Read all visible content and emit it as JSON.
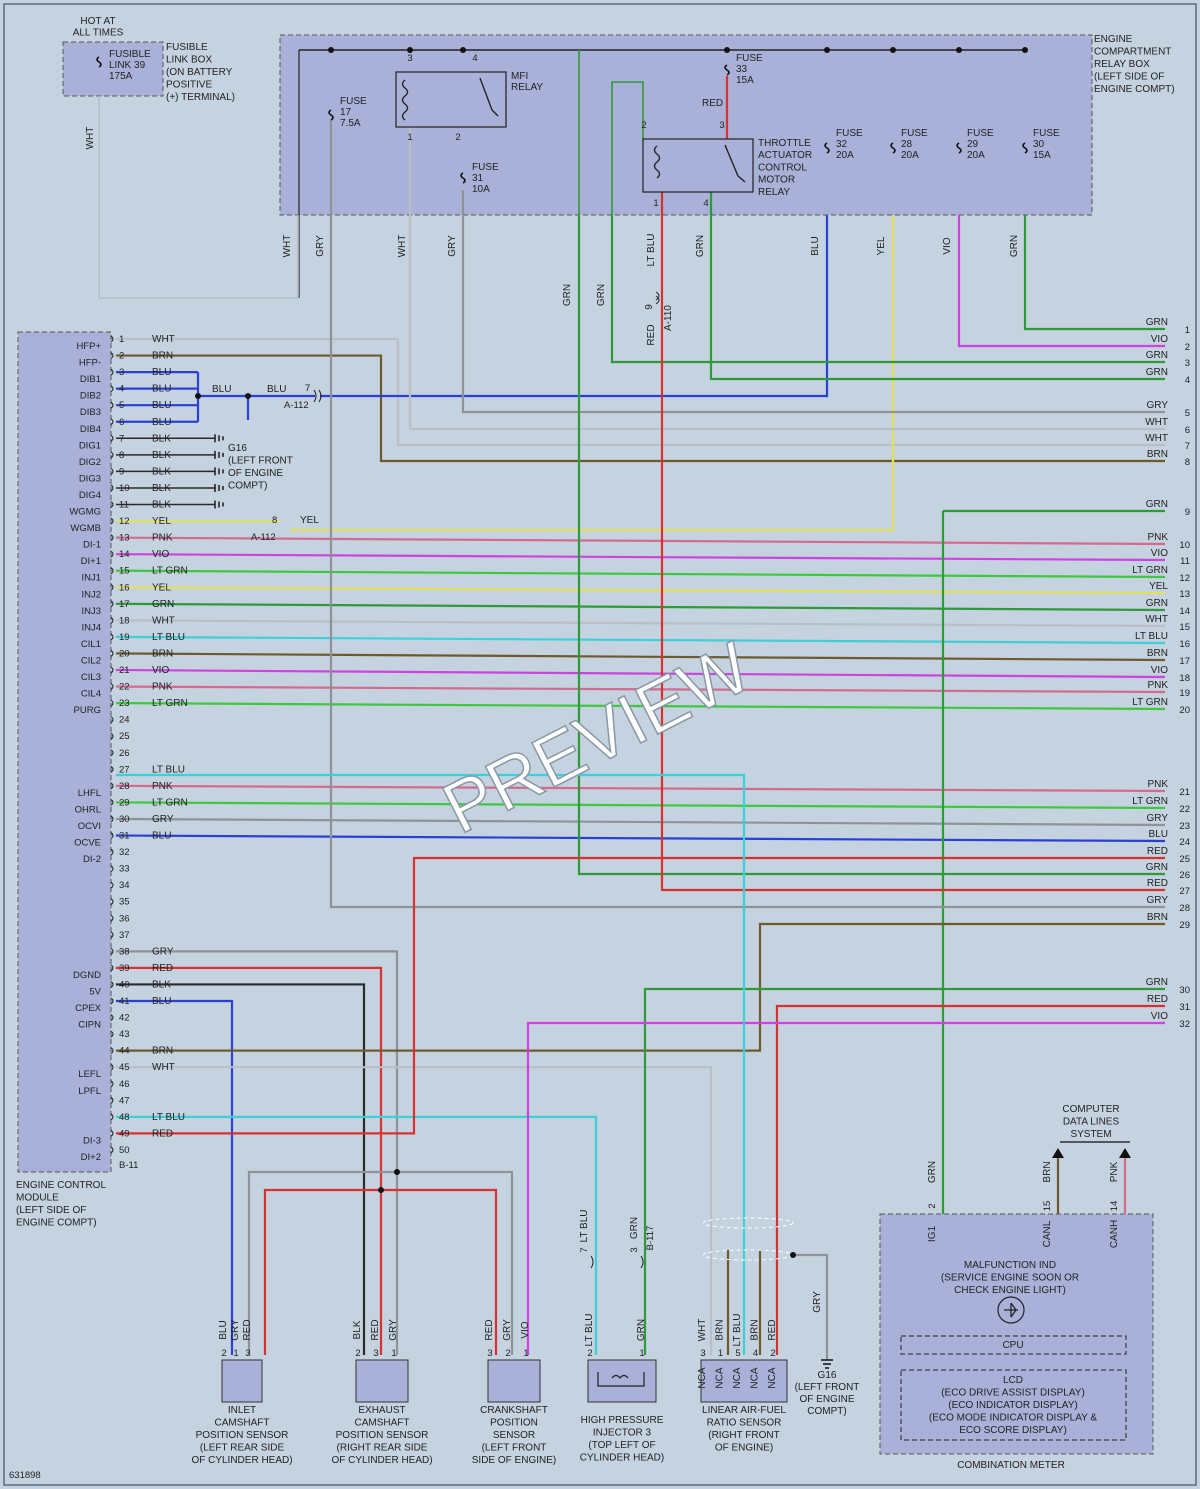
{
  "colors": {
    "WHT": "#b8bfc7",
    "GRY": "#8e9398",
    "BRN": "#6e5a2c",
    "BLU": "#2b3fd6",
    "BLK": "#2a2a2a",
    "YEL": "#e2e25a",
    "PNK": "#d36a8f",
    "VIO": "#cc44dd",
    "LT GRN": "#3ec83e",
    "GRN": "#2f9a3a",
    "LT BLU": "#3dd0d8",
    "RED": "#d93030",
    "background": "#c5d2df",
    "box": "#a9b1d8"
  },
  "hot_label": [
    "HOT AT",
    "ALL TIMES"
  ],
  "fusible_link": {
    "text": [
      "FUSIBLE",
      "LINK 39",
      "175A"
    ],
    "desc": [
      "FUSIBLE",
      "LINK BOX",
      "(ON BATTERY",
      "POSITIVE",
      "(+) TERMINAL)"
    ]
  },
  "relay_box_label": [
    "ENGINE",
    "COMPARTMENT",
    "RELAY BOX",
    "(LEFT SIDE OF",
    "ENGINE COMPT)"
  ],
  "fuses": [
    {
      "lines": [
        "FUSE",
        "17",
        "7.5A"
      ]
    },
    {
      "lines": [
        "FUSE",
        "31",
        "10A"
      ]
    },
    {
      "lines": [
        "FUSE",
        "33",
        "15A"
      ]
    },
    {
      "lines": [
        "FUSE",
        "32",
        "20A"
      ]
    },
    {
      "lines": [
        "FUSE",
        "28",
        "20A"
      ]
    },
    {
      "lines": [
        "FUSE",
        "29",
        "20A"
      ]
    },
    {
      "lines": [
        "FUSE",
        "30",
        "15A"
      ]
    }
  ],
  "mfi_relay": [
    "MFI",
    "RELAY"
  ],
  "throttle_relay": [
    "THROTTLE",
    "ACTUATOR",
    "CONTROL",
    "MOTOR",
    "RELAY"
  ],
  "relay_pins": [
    "3",
    "4",
    "1",
    "2",
    "2",
    "3",
    "1",
    "4"
  ],
  "vertical_wire_labels": [
    "WHT",
    "WHT",
    "GRY",
    "WHT",
    "GRY",
    "GRN",
    "GRN",
    "LT BLU",
    "GRN",
    "BLU",
    "YEL",
    "VIO",
    "GRN",
    "RED",
    "RED",
    "A-110",
    "9"
  ],
  "ecm_pin_names": [
    "HFP+",
    "HFP-",
    "DIB1",
    "DIB2",
    "DIB3",
    "DIB4",
    "DIG1",
    "DIG2",
    "DIG3",
    "DIG4",
    "WGMG",
    "WGMB",
    "DI-1",
    "DI+1",
    "INJ1",
    "INJ2",
    "INJ3",
    "INJ4",
    "CIL1",
    "CIL2",
    "CIL3",
    "CIL4",
    "PURG",
    "LHFL",
    "OHRL",
    "OCVI",
    "OCVE",
    "DI-2",
    "DGND",
    "5V",
    "CPEX",
    "CIPN",
    "LEFL",
    "LPFL",
    "DI-3",
    "DI+2"
  ],
  "ecm_pin_numbers": [
    "1",
    "2",
    "3",
    "4",
    "5",
    "6",
    "7",
    "8",
    "9",
    "10",
    "11",
    "12",
    "13",
    "14",
    "15",
    "16",
    "17",
    "18",
    "19",
    "20",
    "21",
    "22",
    "23",
    "24",
    "25",
    "26",
    "27",
    "28",
    "29",
    "30",
    "31",
    "32",
    "33",
    "34",
    "35",
    "36",
    "37",
    "38",
    "39",
    "40",
    "41",
    "42",
    "43",
    "44",
    "45",
    "46",
    "47",
    "48",
    "49",
    "50"
  ],
  "ecm_wire_colors": [
    "WHT",
    "BRN",
    "BLU",
    "BLU",
    "BLU",
    "BLU",
    "BLK",
    "BLK",
    "BLK",
    "BLK",
    "BLK",
    "YEL",
    "PNK",
    "VIO",
    "LT GRN",
    "YEL",
    "GRN",
    "WHT",
    "LT BLU",
    "BRN",
    "VIO",
    "PNK",
    "LT GRN",
    "",
    "",
    "",
    "LT BLU",
    "PNK",
    "LT GRN",
    "GRY",
    "BLU",
    "",
    "",
    "",
    "",
    "",
    "",
    "GRY",
    "RED",
    "BLK",
    "BLU",
    "",
    "",
    "BRN",
    "WHT",
    "",
    "",
    "LT BLU",
    "RED",
    ""
  ],
  "ecm_connector": "B-11",
  "ecm_label": [
    "ENGINE CONTROL",
    "MODULE",
    "(LEFT SIDE OF",
    "ENGINE COMPT)"
  ],
  "blu_splice": {
    "w1": "BLU",
    "w2": "BLU",
    "pin": "7",
    "conn": "A-112"
  },
  "yel_splice": {
    "w": "YEL",
    "pin": "8",
    "conn": "A-112"
  },
  "ground_g16": [
    "G16",
    "(LEFT FRONT",
    "OF ENGINE",
    "COMPT)"
  ],
  "right_connector": {
    "pins": [
      "1",
      "2",
      "3",
      "4",
      "5",
      "6",
      "7",
      "8",
      "9",
      "10",
      "11",
      "12",
      "13",
      "14",
      "15",
      "16",
      "17",
      "18",
      "19",
      "20",
      "21",
      "22",
      "23",
      "24",
      "25",
      "26",
      "27",
      "28",
      "29",
      "30",
      "31",
      "32"
    ],
    "colors": [
      "GRN",
      "VIO",
      "GRN",
      "GRN",
      "GRY",
      "WHT",
      "WHT",
      "BRN",
      "GRN",
      "PNK",
      "VIO",
      "LT GRN",
      "YEL",
      "GRN",
      "WHT",
      "LT BLU",
      "BRN",
      "VIO",
      "PNK",
      "LT GRN",
      "PNK",
      "LT GRN",
      "GRY",
      "BLU",
      "RED",
      "GRN",
      "RED",
      "GRY",
      "BRN",
      "GRN",
      "RED",
      "VIO"
    ]
  },
  "watermark": "PREVIEW",
  "sensors": [
    {
      "name": [
        "INLET",
        "CAMSHAFT",
        "POSITION SENSOR",
        "(LEFT REAR SIDE",
        "OF CYLINDER HEAD)"
      ],
      "wires": [
        "BLU",
        "GRY",
        "RED"
      ],
      "pins": [
        "2",
        "1",
        "3"
      ]
    },
    {
      "name": [
        "EXHAUST",
        "CAMSHAFT",
        "POSITION SENSOR",
        "(RIGHT REAR SIDE",
        "OF CYLINDER HEAD)"
      ],
      "wires": [
        "BLK",
        "RED",
        "GRY"
      ],
      "pins": [
        "2",
        "3",
        "1"
      ]
    },
    {
      "name": [
        "CRANKSHAFT",
        "POSITION",
        "SENSOR",
        "(LEFT FRONT",
        "SIDE OF ENGINE)"
      ],
      "wires": [
        "RED",
        "GRY",
        "VIO"
      ],
      "pins": [
        "3",
        "2",
        "1"
      ]
    },
    {
      "name": [
        "HIGH PRESSURE",
        "INJECTOR 3",
        "(TOP LEFT OF",
        "CYLINDER HEAD)"
      ],
      "wires": [
        "LT BLU",
        "GRN"
      ],
      "pins": [
        "2",
        "1"
      ]
    },
    {
      "name": [
        "LINEAR AIR-FUEL",
        "RATIO SENSOR",
        "(RIGHT FRONT",
        "OF ENGINE)"
      ],
      "wires": [
        "WHT",
        "BRN",
        "LT BLU",
        "BRN",
        "RED"
      ],
      "pins": [
        "3",
        "1",
        "5",
        "4",
        "2"
      ],
      "pin_names": [
        "NCA",
        "NCA",
        "NCA",
        "NCA",
        "NCA"
      ]
    }
  ],
  "injector_connector": {
    "wires": [
      "LT BLU",
      "GRN"
    ],
    "pins": [
      "7",
      "3"
    ],
    "conn": "B-117"
  },
  "af_shield_wire": "GRY",
  "computer_data_lines": [
    "COMPUTER",
    "DATA LINES",
    "SYSTEM"
  ],
  "meter": {
    "pins": [
      {
        "num": "2",
        "name": "IG1",
        "wire": "GRN"
      },
      {
        "num": "15",
        "name": "CANL",
        "wire": "BRN"
      },
      {
        "num": "14",
        "name": "CANH",
        "wire": "PNK"
      }
    ],
    "malfunction": [
      "MALFUNCTION IND",
      "(SERVICE ENGINE SOON OR",
      "CHECK ENGINE LIGHT)"
    ],
    "cpu": "CPU",
    "lcd": [
      "LCD",
      "(ECO DRIVE ASSIST DISPLAY)",
      "(ECO INDICATOR DISPLAY)",
      "(ECO MODE INDICATOR DISPLAY &",
      "ECO SCORE DISPLAY)"
    ],
    "label": "COMBINATION METER"
  },
  "figure_id": "631898"
}
